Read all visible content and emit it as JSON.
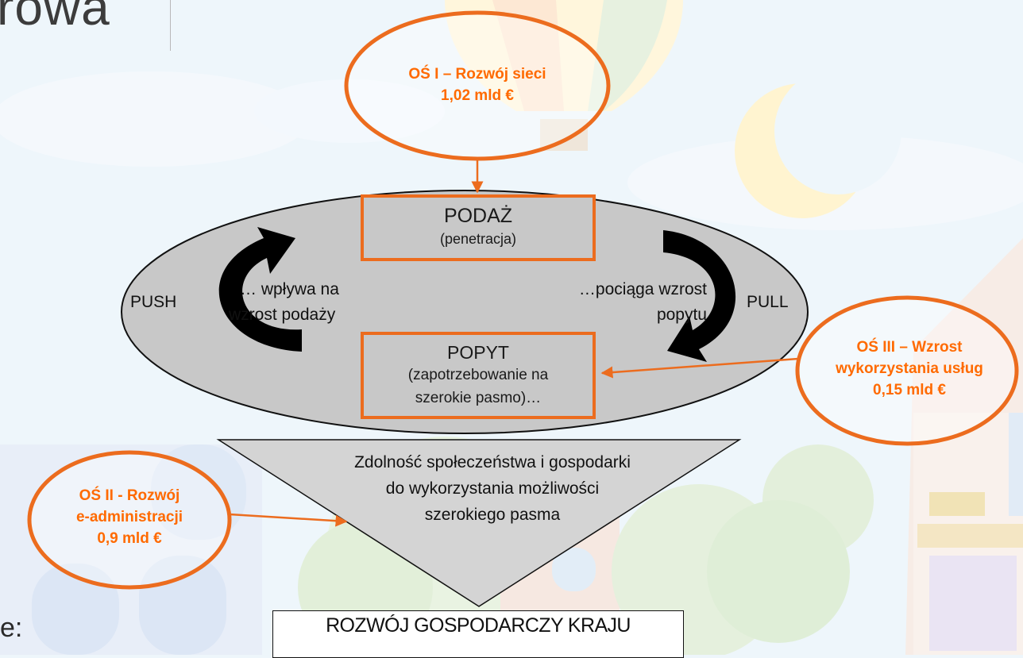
{
  "slide": {
    "title_fragment": "rowa",
    "bottom_fragment": "e:"
  },
  "axes": {
    "os1": {
      "line1": "OŚ I – Rozwój sieci",
      "line2": "1,02 mld €"
    },
    "os2": {
      "line1": "OŚ II - Rozwój",
      "line2": "e-administracji",
      "line3": "0,9 mld €"
    },
    "os3": {
      "line1": "OŚ III – Wzrost",
      "line2": "wykorzystania usług",
      "line3": "0,15 mld €"
    }
  },
  "cycle": {
    "supply_title": "PODAŻ",
    "supply_sub": "(penetracja)",
    "demand_title": "POPYT",
    "demand_sub1": "(zapotrzebowanie na",
    "demand_sub2": "szerokie pasmo)…",
    "push_label": "PUSH",
    "pull_label": "PULL",
    "left_text1": "… wpływa na",
    "left_text2": "wzrost podaży",
    "right_text1": "…pociąga wzrost",
    "right_text2": "popytu"
  },
  "capability": {
    "line1": "Zdolność społeczeństwa i gospodarki",
    "line2": "do wykorzystania możliwości",
    "line3": "szerokiego pasma"
  },
  "outcome": {
    "label": "ROZWÓJ GOSPODARCZY KRAJU"
  },
  "colors": {
    "accent": "#ff6a00",
    "box_border": "#ec6c1e",
    "ellipse_fill": "#c8c8c8"
  }
}
